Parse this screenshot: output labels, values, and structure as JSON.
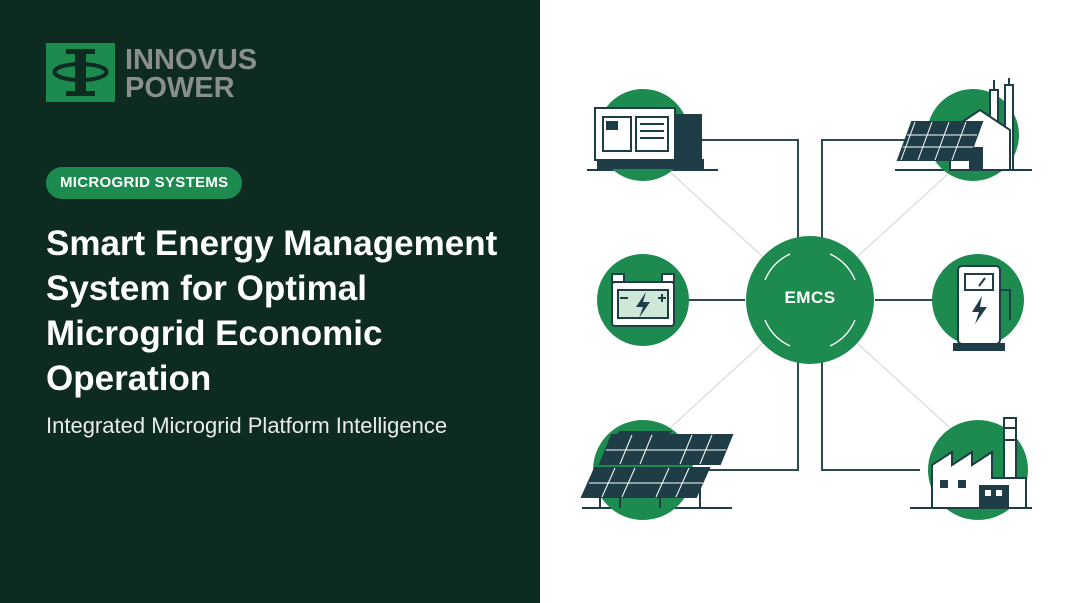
{
  "brand": {
    "line1": "INNOVUS",
    "line2": "POWER",
    "mark_color": "#1d8a4f",
    "text_color": "#8a8f8c"
  },
  "tag": "MICROGRID SYSTEMS",
  "title": "Smart Energy Management System for Optimal Microgrid Economic Operation",
  "subtitle": "Integrated Microgrid Platform Intelligence",
  "diagram": {
    "center_label": "EMCS",
    "nodes": [
      {
        "icon": "generator-icon"
      },
      {
        "icon": "solar-house-icon"
      },
      {
        "icon": "battery-icon"
      },
      {
        "icon": "ev-charger-icon"
      },
      {
        "icon": "solar-array-icon"
      },
      {
        "icon": "factory-icon"
      }
    ]
  },
  "colors": {
    "dark_panel": "#0e2b22",
    "accent_green": "#1d8a4f",
    "icon_line": "#1f3d46",
    "connector": "#2d4a50"
  }
}
